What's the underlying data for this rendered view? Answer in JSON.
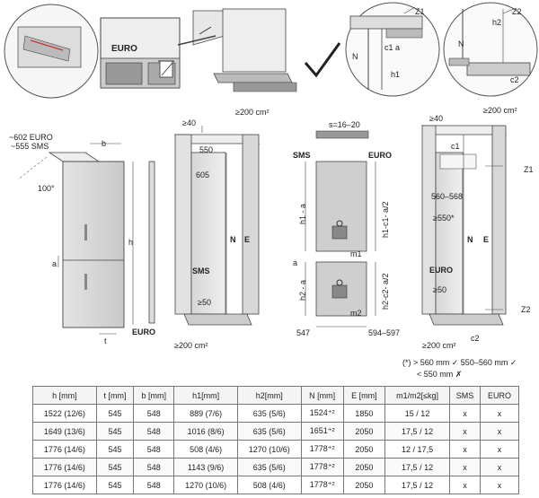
{
  "top_panel": {
    "euro_label": "EURO",
    "z1": "Z1",
    "z2": "Z2",
    "n": "N",
    "c1": "c1",
    "a": "a",
    "h1": "h1",
    "h2": "h2",
    "c2": "c2"
  },
  "fridge_view": {
    "depth_euro": "~602 EURO",
    "depth_sms": "~555 SMS",
    "b": "b",
    "angle": "100°",
    "h": "h",
    "a": "a",
    "t": "t",
    "euro": "EURO"
  },
  "niche_sms": {
    "gap40": "≥40",
    "vent_top": "≥200 cm²",
    "w550": "550",
    "d605": "605",
    "n": "N",
    "e": "E",
    "sms": "SMS",
    "gap50": "≥50",
    "vent_bottom": "≥200 cm²"
  },
  "door_panel": {
    "s_range": "s=16–20",
    "sms": "SMS",
    "euro": "EURO",
    "h1a": "h1 - a",
    "h1c1": "h1-c1- a/2",
    "m1": "m1",
    "a": "a",
    "h2a": "h2 - a",
    "h2c2": "h2-c2- a/2",
    "m2": "m2",
    "w547": "547",
    "w594": "594–597"
  },
  "niche_euro": {
    "gap40": "≥40",
    "vent_top": "≥200 cm²",
    "c1": "c1",
    "z1": "Z1",
    "w560": "560–568",
    "d550": "≥550*",
    "n": "N",
    "e": "E",
    "euro": "EURO",
    "gap50": "≥50",
    "z2": "Z2",
    "c2": "c2",
    "vent_bottom": "≥200 cm²"
  },
  "footnote": {
    "line1": "(*) > 560 mm ✓  550–560 mm ✓",
    "line2": "< 550 mm ✗"
  },
  "table": {
    "headers": [
      "h [mm]",
      "t [mm]",
      "b [mm]",
      "h1[mm]",
      "h2[mm]",
      "N [mm]",
      "E [mm]",
      "m1/m2[≤kg]",
      "SMS",
      "EURO"
    ],
    "rows": [
      [
        "1522 (12/6)",
        "545",
        "548",
        "889 (7/6)",
        "635 (5/6)",
        "1524⁺²",
        "1850",
        "15 / 12",
        "x",
        "x"
      ],
      [
        "1649 (13/6)",
        "545",
        "548",
        "1016 (8/6)",
        "635 (5/6)",
        "1651⁺²",
        "2050",
        "17,5 / 12",
        "x",
        "x"
      ],
      [
        "1776 (14/6)",
        "545",
        "548",
        "508 (4/6)",
        "1270 (10/6)",
        "1778⁺²",
        "2050",
        "12 / 17,5",
        "x",
        "x"
      ],
      [
        "1776 (14/6)",
        "545",
        "548",
        "1143 (9/6)",
        "635 (5/6)",
        "1778⁺²",
        "2050",
        "17,5 / 12",
        "x",
        "x"
      ],
      [
        "1776 (14/6)",
        "545",
        "548",
        "1270 (10/6)",
        "508 (4/6)",
        "1778⁺²",
        "2050",
        "17,5 / 12",
        "x",
        "x"
      ]
    ]
  }
}
